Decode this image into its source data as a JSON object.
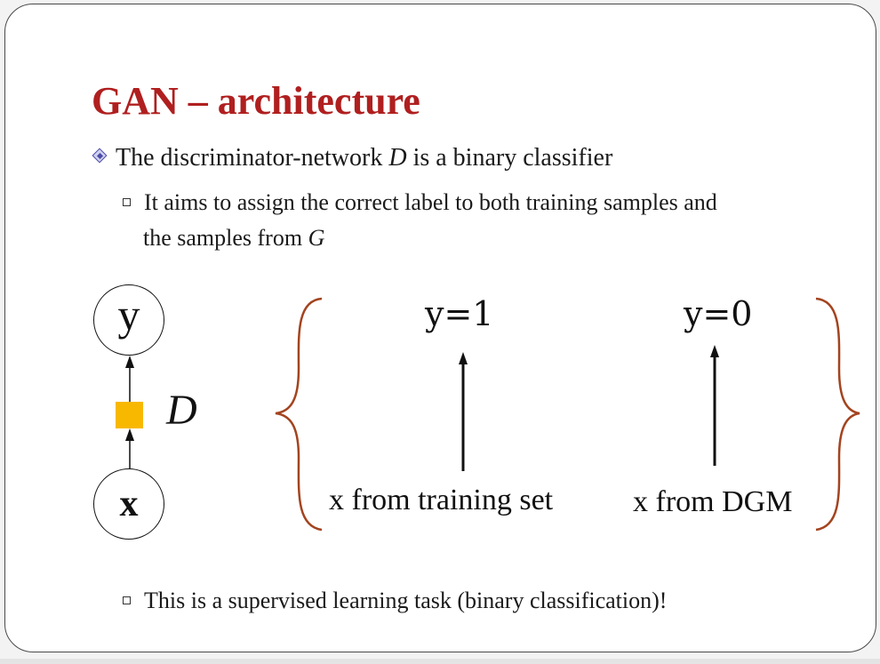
{
  "slide": {
    "title": "GAN – architecture",
    "bullet": {
      "prefix": "The discriminator-network ",
      "var": "D",
      "suffix": " is a binary classifier"
    },
    "sub1": {
      "line1": "It aims to assign the correct label to both training samples and",
      "line2_prefix": "the samples from ",
      "line2_var": "G"
    },
    "sub2": "This is a supervised learning task (binary classification)!"
  },
  "diagram": {
    "node_top": "y",
    "node_bottom": "x",
    "discriminator_label": "D",
    "left_target": "y=1",
    "right_target": "y=0",
    "left_source": "x from training set",
    "right_source": "x from DGM",
    "colors": {
      "discriminator": "#f8b800",
      "brace": "#a3441f",
      "title": "#b01f1f"
    }
  }
}
